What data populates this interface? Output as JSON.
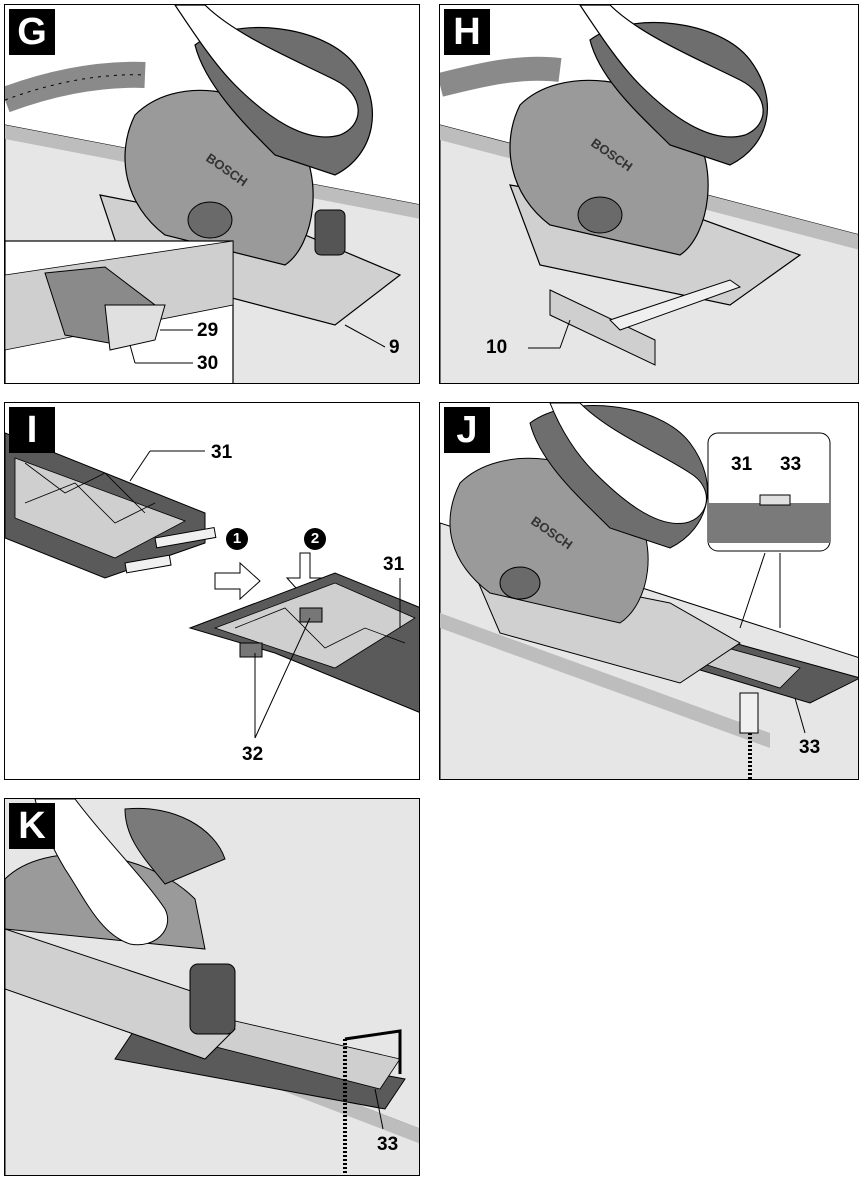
{
  "panels": {
    "g": {
      "letter": "G",
      "labels": [
        "29",
        "30",
        "9"
      ]
    },
    "h": {
      "letter": "H",
      "labels": [
        "10"
      ]
    },
    "i": {
      "letter": "I",
      "labels": [
        "31",
        "31",
        "32"
      ],
      "steps": [
        "1",
        "2"
      ]
    },
    "j": {
      "letter": "J",
      "labels": [
        "31",
        "33",
        "33"
      ]
    },
    "k": {
      "letter": "K",
      "labels": [
        "33"
      ]
    }
  },
  "brand_text": "BOSCH",
  "colors": {
    "ink": "#000000",
    "rail": "#5a5a5a",
    "tool": "#7a7a7a",
    "table": "#e6e6e6",
    "paper": "#ffffff"
  }
}
